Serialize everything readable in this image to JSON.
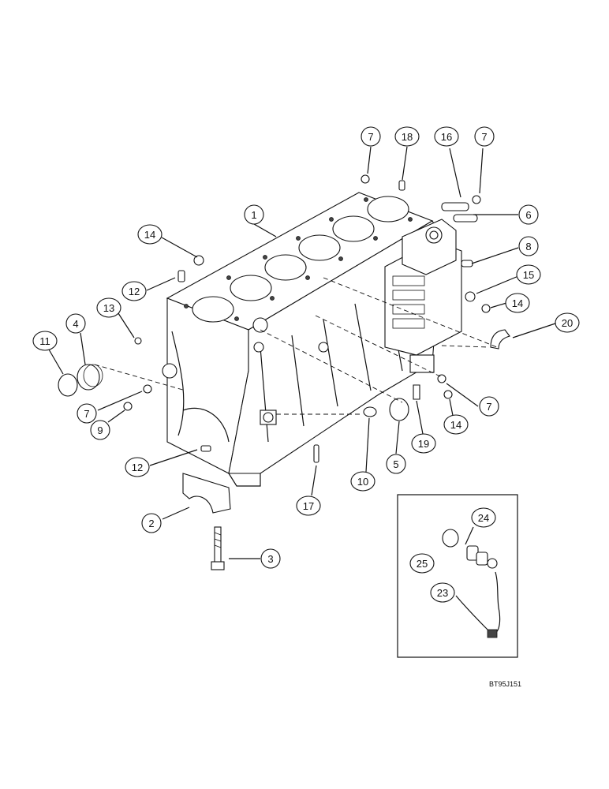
{
  "callouts": {
    "c1": "1",
    "c2": "2",
    "c3": "3",
    "c4": "4",
    "c5": "5",
    "c6": "6",
    "c7a": "7",
    "c7b": "7",
    "c7c": "7",
    "c7d": "7",
    "c8": "8",
    "c9": "9",
    "c10": "10",
    "c11": "11",
    "c12a": "12",
    "c12b": "12",
    "c13": "13",
    "c14a": "14",
    "c14b": "14",
    "c14c": "14",
    "c15": "15",
    "c16": "16",
    "c17": "17",
    "c18": "18",
    "c19": "19",
    "c20": "20",
    "c23": "23",
    "c24": "24",
    "c25": "25"
  },
  "figure_code": "BT95J151"
}
